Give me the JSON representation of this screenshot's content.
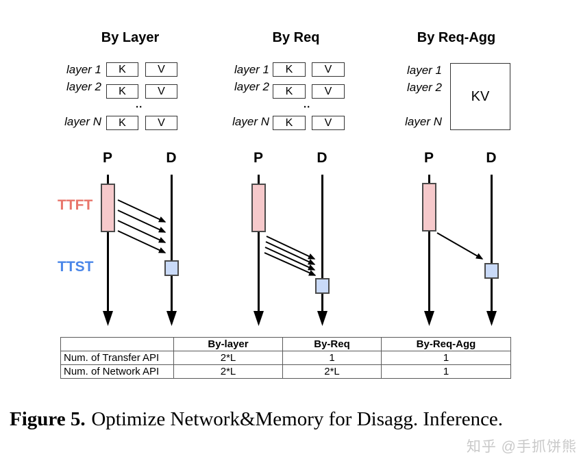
{
  "sections": {
    "by_layer": {
      "title": "By Layer"
    },
    "by_req": {
      "title": "By Req"
    },
    "by_req_agg": {
      "title": "By Req-Agg"
    }
  },
  "labels": {
    "layer1": "layer 1",
    "layer2": "layer 2",
    "layerN": "layer N",
    "dots": "..",
    "k": "K",
    "v": "V",
    "kv": "KV",
    "p": "P",
    "d": "D",
    "ttft": "TTFT",
    "ttst": "TTST"
  },
  "colors": {
    "ttft_label": "#e8756b",
    "ttst_label": "#4a86e8",
    "prefill_box_fill": "#f6c9cb",
    "decode_box_fill": "#c9daf8",
    "line": "#000000",
    "table_border": "#595959"
  },
  "table": {
    "headers": [
      "",
      "By-layer",
      "By-Req",
      "By-Req-Agg"
    ],
    "rows": [
      {
        "label": "Num. of Transfer API",
        "values": [
          "2*L",
          "1",
          "1"
        ]
      },
      {
        "label": "Num. of Network API",
        "values": [
          "2*L",
          "2*L",
          "1"
        ]
      }
    ]
  },
  "caption": {
    "label": "Figure 5.",
    "text": "Optimize Network&Memory for Disagg. Inference."
  },
  "watermark": "知乎 @手抓饼熊"
}
